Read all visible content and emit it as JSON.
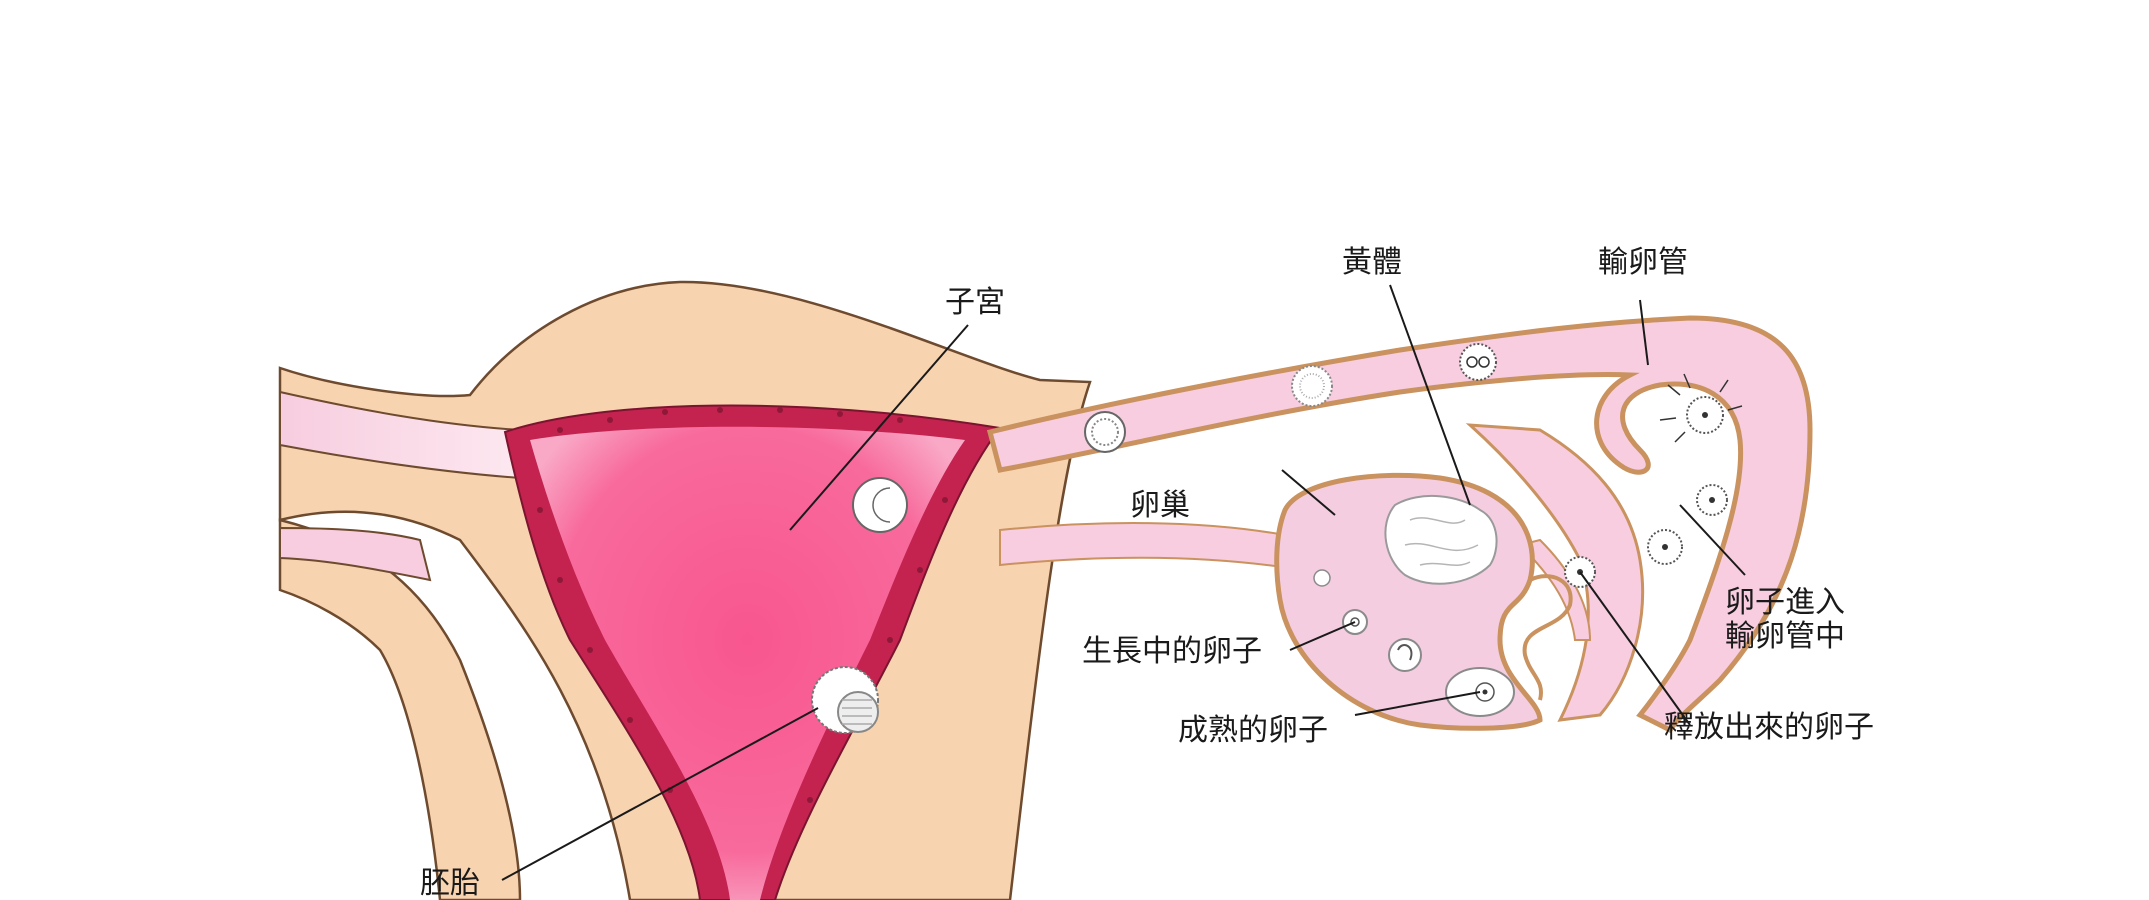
{
  "diagram": {
    "labels": {
      "uterus": "子宮",
      "corpus_luteum": "黃體",
      "fallopian_tube": "輸卵管",
      "ovary": "卵巢",
      "egg_entering_tube_line1": "卵子進入",
      "egg_entering_tube_line2": "輸卵管中",
      "growing_egg": "生長中的卵子",
      "mature_egg": "成熟的卵子",
      "released_egg": "釋放出來的卵子",
      "embryo": "胚胎"
    },
    "colors": {
      "outer_tissue": "#f8d3b0",
      "outline": "#6e4a2e",
      "cavity": "#f8568f",
      "lining": "#c4224f",
      "tube": "#f7cddf",
      "ovary": "#f4cde0",
      "cell": "#ffffff"
    }
  }
}
